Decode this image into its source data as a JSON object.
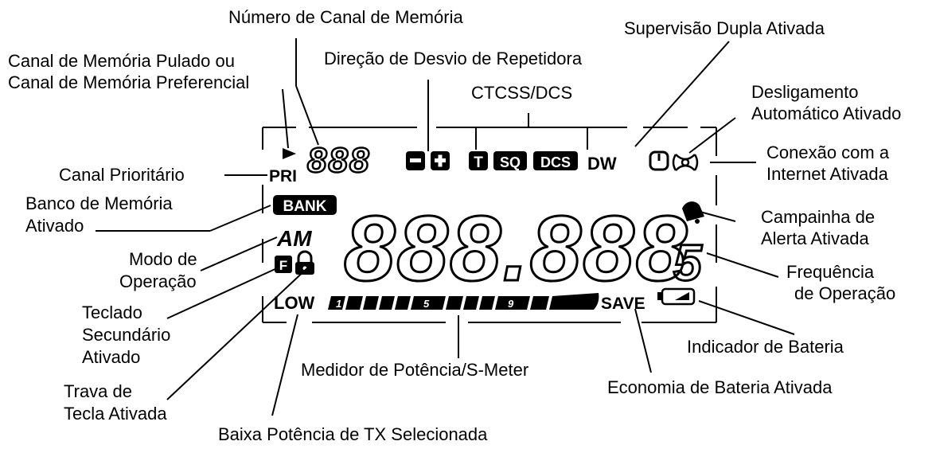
{
  "labels": {
    "memory_channel_number": "Número de Canal de Memória",
    "dual_watch": "Supervisão Dupla Ativada",
    "skip_line1": "Canal de Memória Pulado ou",
    "skip_line2": "Canal de Memória Preferencial",
    "repeater_shift": "Direção de Desvio de Repetidora",
    "ctcss_dcs": "CTCSS/DCS",
    "apo_line1": "Desligamento",
    "apo_line2": "Automático Ativado",
    "priority_channel": "Canal Prioritário",
    "internet_line1": "Conexão com a",
    "internet_line2": "Internet Ativada",
    "bank_line1": "Banco de Memória",
    "bank_line2": "Ativado",
    "bell_line1": "Campainha de",
    "bell_line2": "Alerta Ativada",
    "mode_line1": "Modo de",
    "mode_line2": "Operação",
    "frequency_line1": "Frequência",
    "frequency_line2": "de Operação",
    "secondary_line1": "Teclado",
    "secondary_line2": "Secundário",
    "secondary_line3": "Ativado",
    "battery_indicator": "Indicador de Bateria",
    "meter": "Medidor de Potência/S-Meter",
    "lock_line1": "Trava de",
    "lock_line2": "Tecla Ativada",
    "battery_save": "Economia de Bateria Ativada",
    "low_power": "Baixa Potência de TX Selecionada"
  },
  "lcd": {
    "pri": "PRI",
    "channel_digits": "888",
    "minus": "−",
    "plus": "+",
    "t": "T",
    "sq": "SQ",
    "dcs": "DCS",
    "dw": "DW",
    "bank": "BANK",
    "mode": "AM",
    "f": "F",
    "frequency": "888.888",
    "frequency_last": "5",
    "low": "LOW",
    "meter_1": "1",
    "meter_5": "5",
    "meter_9": "9",
    "save": "SAVE"
  }
}
